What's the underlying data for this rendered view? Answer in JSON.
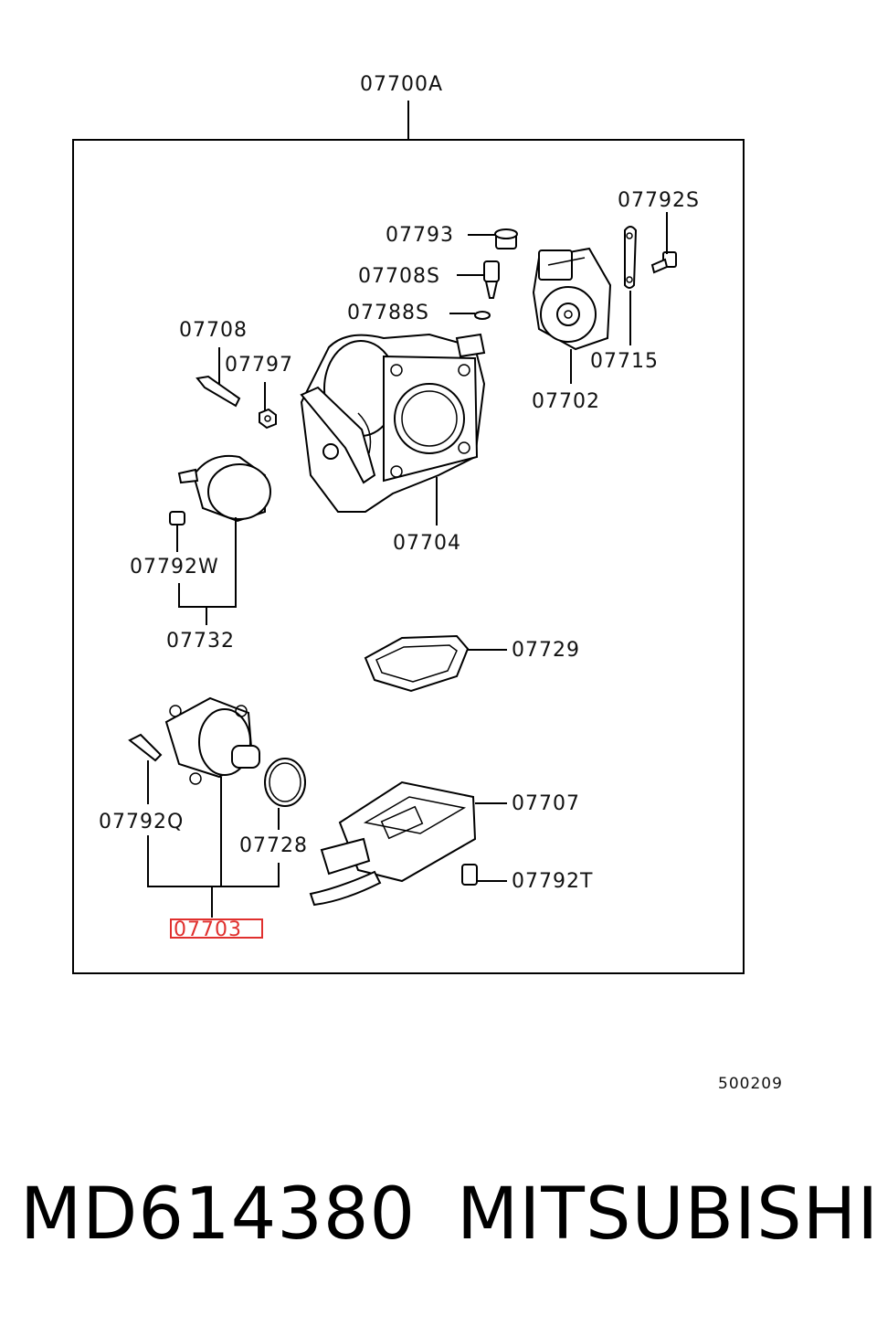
{
  "labels": {
    "assembly": "07700A",
    "p07792S": "07792S",
    "p07793": "07793",
    "p07708S": "07708S",
    "p07788S": "07788S",
    "p07708": "07708",
    "p07797": "07797",
    "p07715": "07715",
    "p07702": "07702",
    "p07704": "07704",
    "p07792W": "07792W",
    "p07732": "07732",
    "p07729": "07729",
    "p07707": "07707",
    "p07792Q": "07792Q",
    "p07728": "07728",
    "p07792T": "07792T",
    "p07703": "07703"
  },
  "highlighted_part": "07703",
  "highlight_color": "#e0302e",
  "diagram_code": "500209",
  "footer": {
    "part_number": "MD614380",
    "brand": "MITSUBISHI"
  }
}
